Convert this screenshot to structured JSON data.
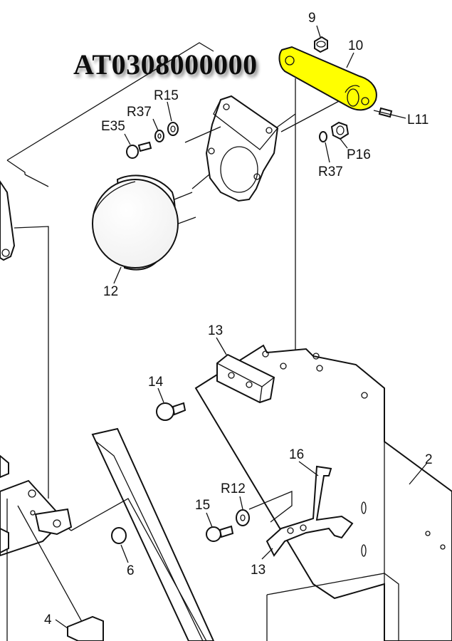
{
  "title": "AT0308000000",
  "highlight_color": "#ffff00",
  "callouts": [
    {
      "id": "9",
      "text": "9"
    },
    {
      "id": "10",
      "text": "10"
    },
    {
      "id": "L11",
      "text": "L11"
    },
    {
      "id": "P16",
      "text": "P16"
    },
    {
      "id": "R37a",
      "text": "R37"
    },
    {
      "id": "R37b",
      "text": "R37"
    },
    {
      "id": "R15",
      "text": "R15"
    },
    {
      "id": "E35",
      "text": "E35"
    },
    {
      "id": "12",
      "text": "12"
    },
    {
      "id": "13a",
      "text": "13"
    },
    {
      "id": "14",
      "text": "14"
    },
    {
      "id": "16",
      "text": "16"
    },
    {
      "id": "2",
      "text": "2"
    },
    {
      "id": "R12",
      "text": "R12"
    },
    {
      "id": "15",
      "text": "15"
    },
    {
      "id": "13b",
      "text": "13"
    },
    {
      "id": "6",
      "text": "6"
    },
    {
      "id": "4",
      "text": "4"
    }
  ]
}
